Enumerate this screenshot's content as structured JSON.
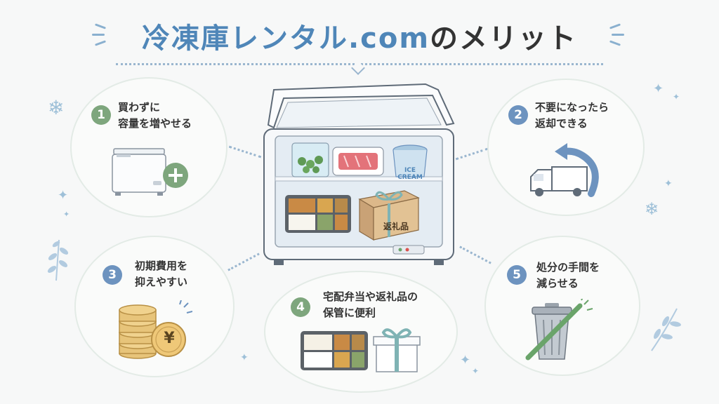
{
  "title": {
    "brand": "冷凍庫レンタル.com",
    "rest": "のメリット"
  },
  "items": [
    {
      "number": "1",
      "line1": "買わずに",
      "line2": "容量を増やせる"
    },
    {
      "number": "2",
      "line1": "不要になったら",
      "line2": "返却できる"
    },
    {
      "number": "3",
      "line1": "初期費用を",
      "line2": "抑えやすい"
    },
    {
      "number": "4",
      "line1": "宅配弁当や返礼品の",
      "line2": "保管に便利"
    },
    {
      "number": "5",
      "line1": "処分の手間を",
      "line2": "減らせる"
    }
  ],
  "freezer": {
    "ice_cream_label_1": "ICE",
    "ice_cream_label_2": "CREAM",
    "gift_box_label": "返礼品"
  },
  "coin_symbol": "¥",
  "colors": {
    "brand_blue": "#4f86b8",
    "number_green": "#7ea67d",
    "number_blue": "#6d93bf",
    "accent_green": "#6aa46a"
  }
}
